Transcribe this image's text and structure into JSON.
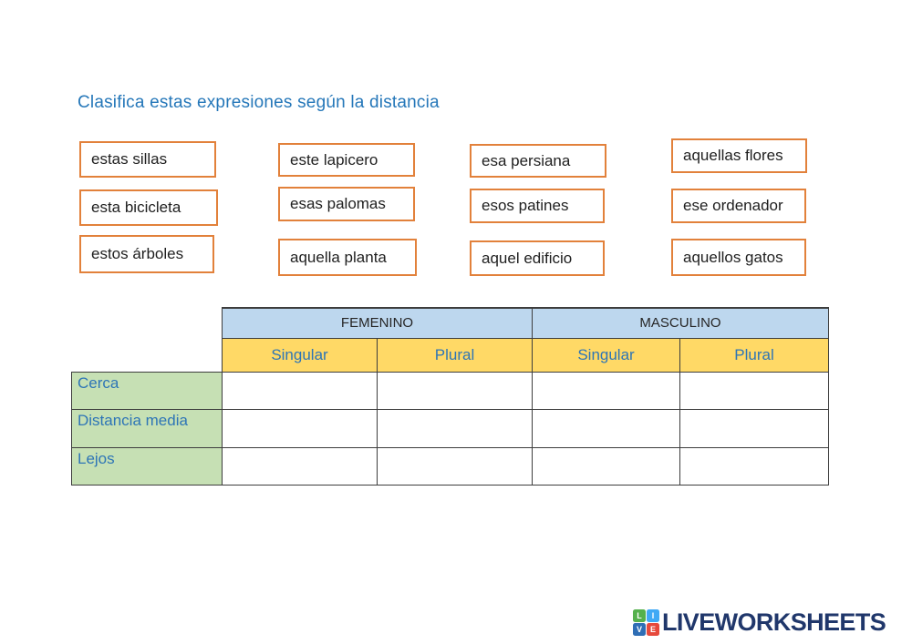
{
  "title": {
    "text": "Clasifica estas expresiones según la distancia"
  },
  "expressions": [
    {
      "label": "estas sillas"
    },
    {
      "label": "esta bicicleta"
    },
    {
      "label": "estos árboles"
    },
    {
      "label": "este lapicero"
    },
    {
      "label": "esas palomas"
    },
    {
      "label": "aquella planta"
    },
    {
      "label": "esa persiana"
    },
    {
      "label": "esos patines"
    },
    {
      "label": "aquel edificio"
    },
    {
      "label": "aquellas flores"
    },
    {
      "label": "ese ordenador"
    },
    {
      "label": "aquellos gatos"
    }
  ],
  "table": {
    "column_groups": [
      {
        "label": "FEMENINO"
      },
      {
        "label": "MASCULINO"
      }
    ],
    "subheaders": [
      "Singular",
      "Plural",
      "Singular",
      "Plural"
    ],
    "rows": [
      {
        "label": "Cerca"
      },
      {
        "label": "Distancia media"
      },
      {
        "label": "Lejos"
      }
    ]
  },
  "colors": {
    "title_text": "#2577B9",
    "box_border": "#E2813B",
    "group_header_bg": "#BDD7EE",
    "subheader_bg": "#FFD966",
    "row_label_bg": "#C6E0B4",
    "table_text_blue": "#2E75B6",
    "logo_navy": "#20376B"
  },
  "logo": {
    "text": "LIVEWORKSHEETS",
    "tiles": [
      {
        "letter": "L",
        "color": "#55B14D"
      },
      {
        "letter": "I",
        "color": "#3FA9F5"
      },
      {
        "letter": "V",
        "color": "#2F6EB5"
      },
      {
        "letter": "E",
        "color": "#E6493C"
      }
    ]
  }
}
